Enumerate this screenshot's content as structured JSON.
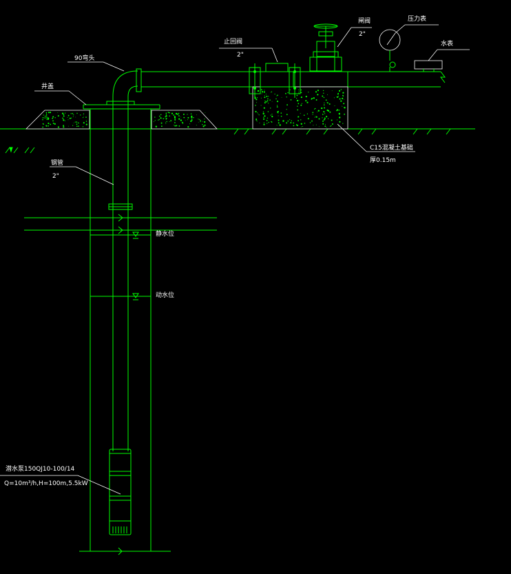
{
  "labels": {
    "elbow": "90弯头",
    "well_cover": "井盖",
    "steel_pipe": "钢管",
    "steel_pipe_size": "2\"",
    "check_valve": "止回阀",
    "check_valve_size": "2\"",
    "gate_valve": "闸阀",
    "gate_valve_size": "2\"",
    "pressure_gauge": "压力表",
    "water_meter": "水表",
    "concrete_base": "C15混凝土基础",
    "concrete_thickness": "厚0.15m",
    "static_level": "静水位",
    "dynamic_level": "动水位",
    "pump_model": "潜水泵150QJ10-100/14",
    "pump_spec": "Q=10m³/h,H=100m,5.5kW"
  },
  "colors": {
    "background": "#000000",
    "pipe_line": "#00ff00",
    "leader_line": "#ffffff",
    "text": "#ffffff"
  }
}
